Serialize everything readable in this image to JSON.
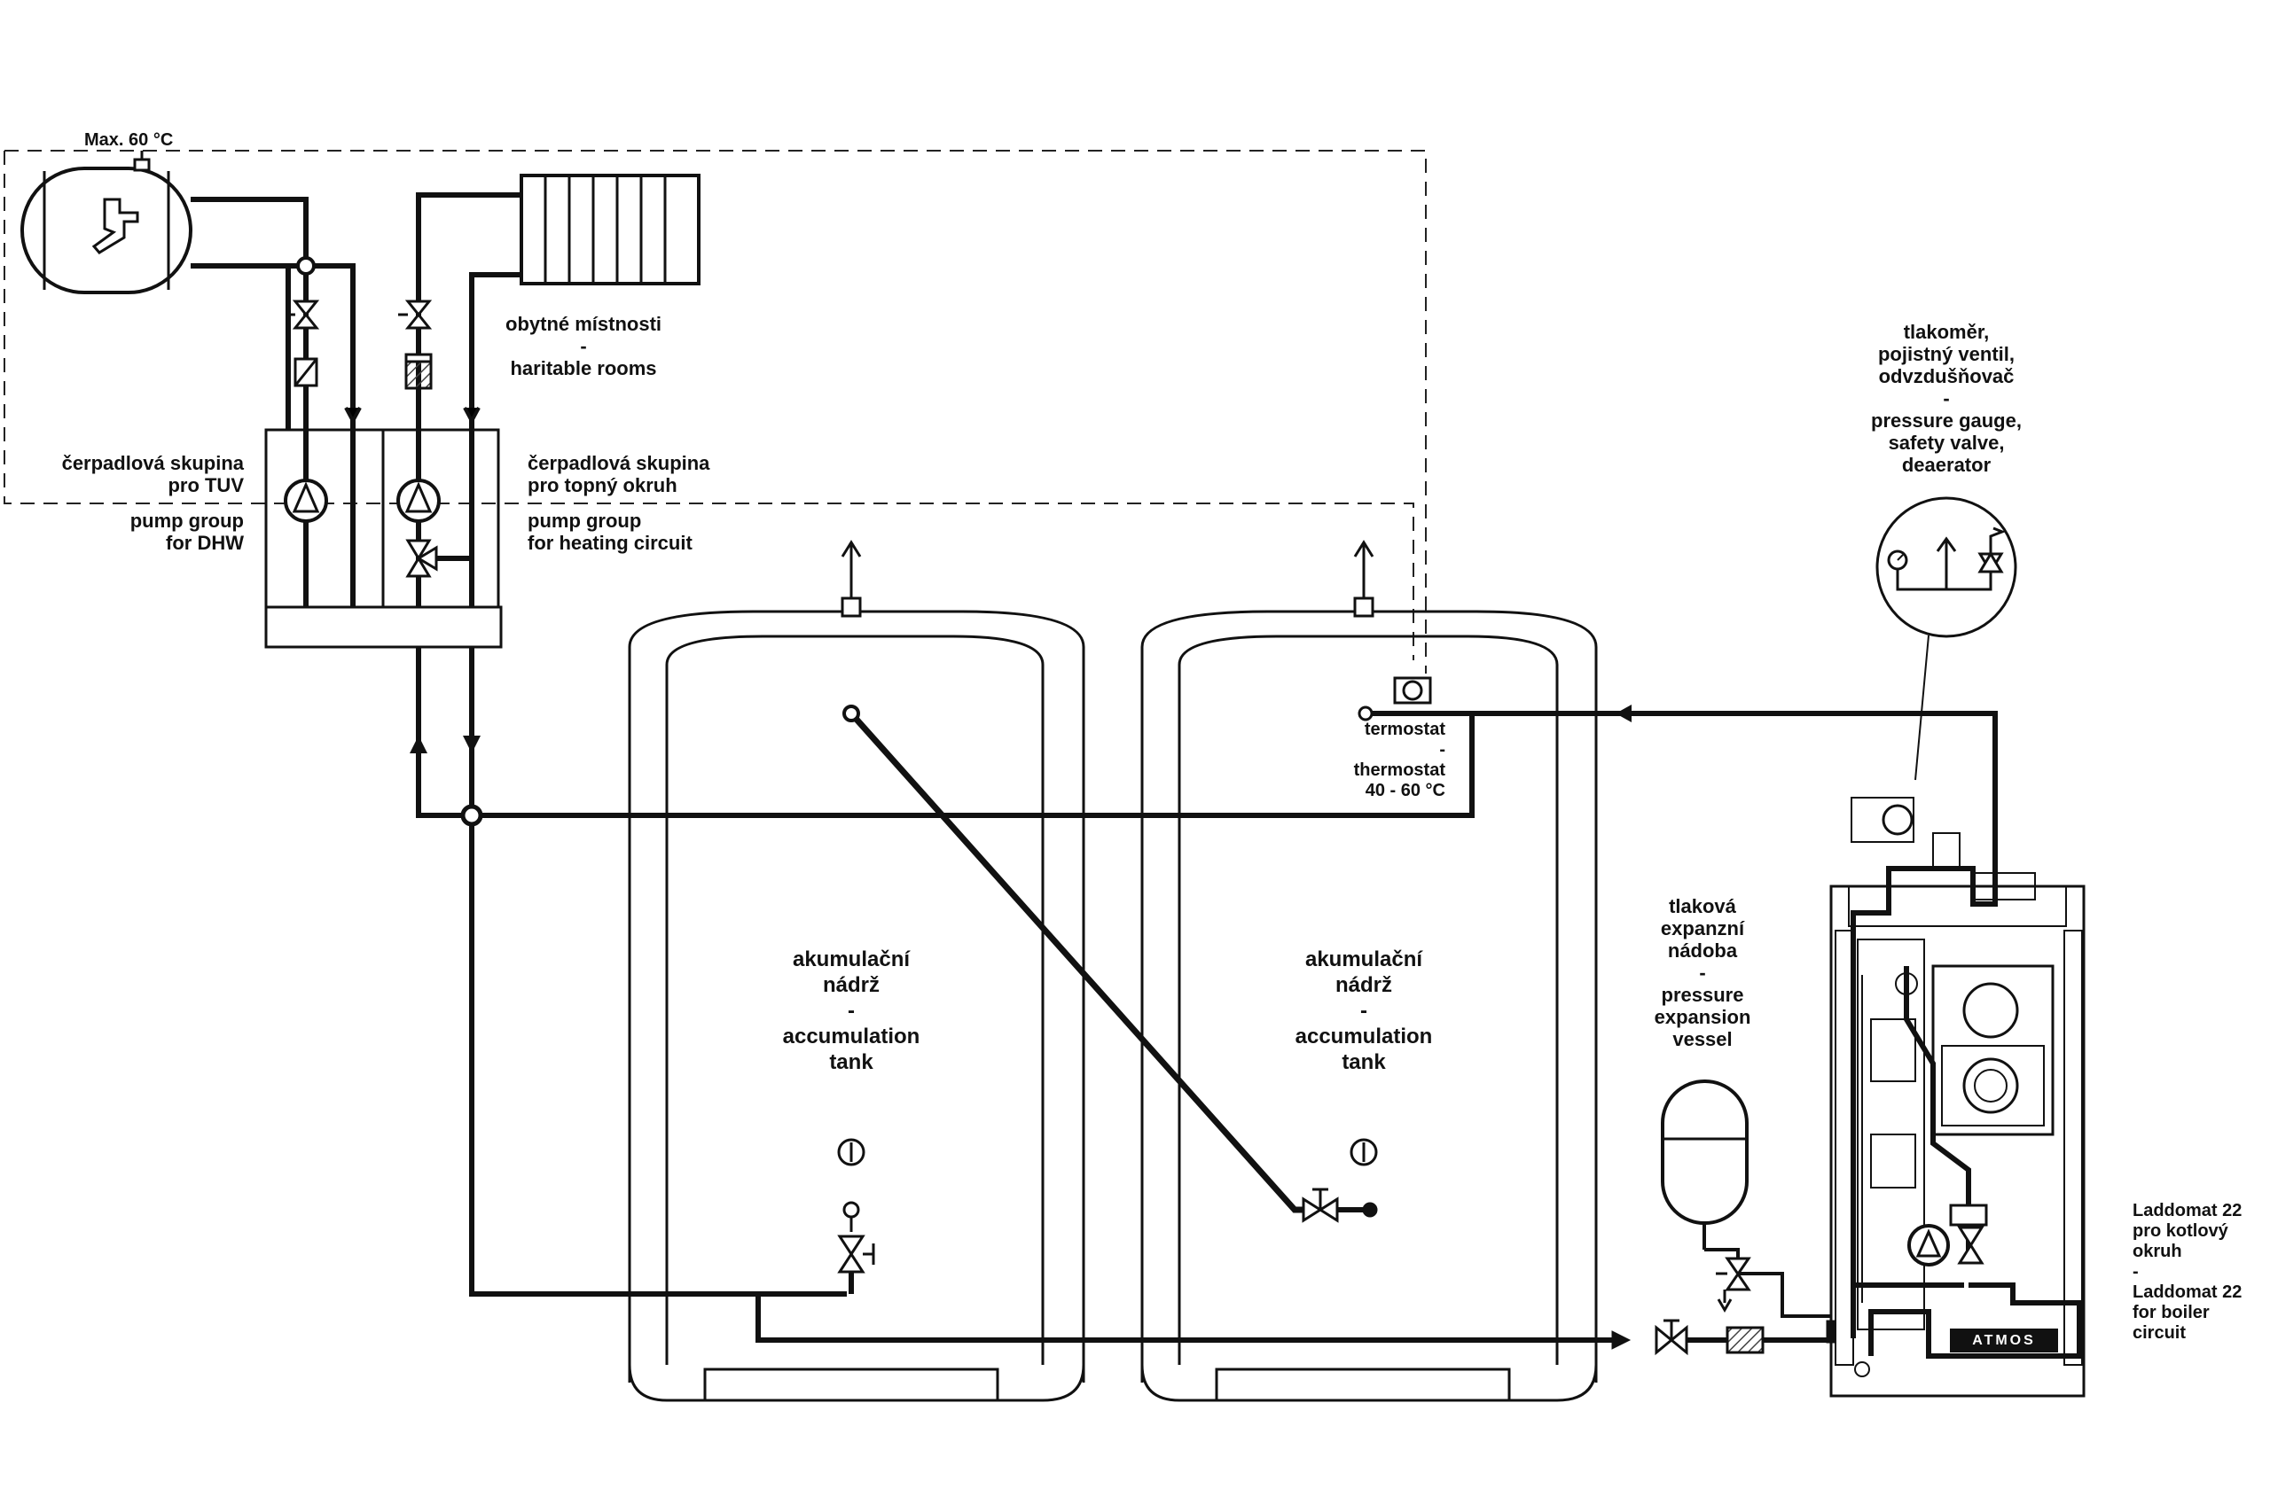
{
  "labels": {
    "max_temp": "Max. 60 °C",
    "rooms": [
      "obytné místnosti",
      "-",
      "haritable rooms"
    ],
    "pump_tuv_cz": [
      "čerpadlová skupina",
      "pro TUV"
    ],
    "pump_tuv_en": [
      "pump group",
      "for DHW"
    ],
    "pump_heat_cz": [
      "čerpadlová skupina",
      "pro topný okruh"
    ],
    "pump_heat_en": [
      "pump group",
      "for heating circuit"
    ],
    "thermostat": [
      "termostat",
      "-",
      "thermostat",
      "40 -  60 °C"
    ],
    "tank1": [
      "akumulační",
      "nádrž",
      "-",
      "accumulation",
      "tank"
    ],
    "tank2": [
      "akumulační",
      "nádrž",
      "-",
      "accumulation",
      "tank"
    ],
    "gauge": [
      "tlakoměr,",
      "pojistný ventil,",
      "odvzdušňovač",
      "-",
      "pressure gauge,",
      "safety valve,",
      "deaerator"
    ],
    "expansion": [
      "tlaková",
      "expanzní",
      "nádoba",
      "-",
      "pressure",
      "expansion",
      "vessel"
    ],
    "laddomat": [
      "Laddomat 22",
      "pro kotlový",
      "okruh",
      "-",
      "Laddomat 22",
      "for boiler",
      "circuit"
    ],
    "boiler_brand": "ATMOS"
  },
  "colors": {
    "line": "#111111",
    "background": "#ffffff",
    "hatch": "#555555"
  }
}
